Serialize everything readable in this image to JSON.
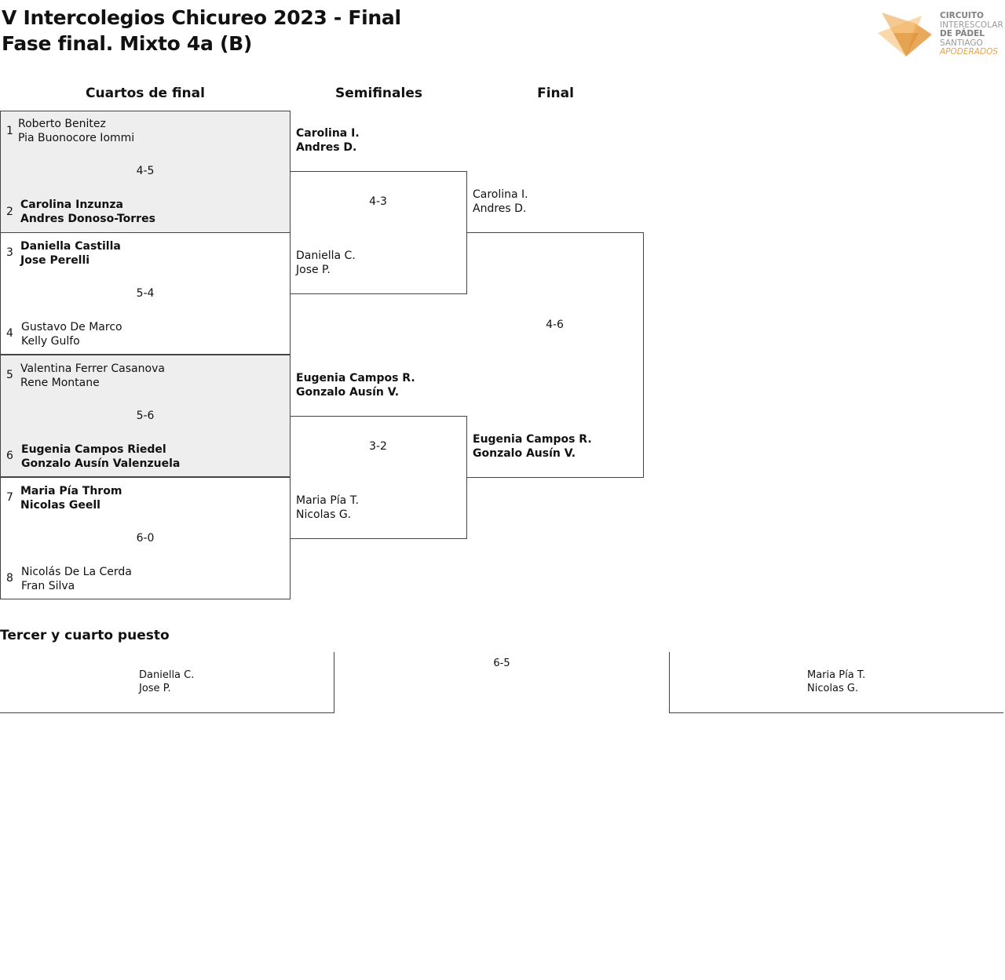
{
  "header": {
    "title_line1": "V Intercolegios Chicureo 2023 - Final",
    "title_line2": "Fase final. Mixto 4a (B)"
  },
  "logo": {
    "line1": "CIRCUITO",
    "line2": "INTERESCOLAR",
    "line3": "DE PÁDEL",
    "line4": "SANTIAGO",
    "line5": "APODERADOS",
    "accent_color": "#e8a148"
  },
  "rounds": {
    "quarterfinals": "Cuartos de final",
    "semifinals": "Semifinales",
    "final": "Final"
  },
  "quarterfinals": [
    {
      "top": {
        "seed": "1",
        "p1": "Roberto Benitez",
        "p2": "Pia Buonocore Iommi",
        "winner": false
      },
      "score": "4-5",
      "bottom": {
        "seed": "2",
        "p1": "Carolina Inzunza",
        "p2": "Andres Donoso-Torres",
        "winner": true
      }
    },
    {
      "top": {
        "seed": "3",
        "p1": "Daniella Castilla",
        "p2": "Jose Perelli",
        "winner": true
      },
      "score": "5-4",
      "bottom": {
        "seed": "4",
        "p1": "Gustavo De Marco",
        "p2": "Kelly Gulfo",
        "winner": false
      }
    },
    {
      "top": {
        "seed": "5",
        "p1": "Valentina Ferrer Casanova",
        "p2": "Rene Montane",
        "winner": false
      },
      "score": "5-6",
      "bottom": {
        "seed": "6",
        "p1": "Eugenia Campos Riedel",
        "p2": "Gonzalo Ausín Valenzuela",
        "winner": true
      }
    },
    {
      "top": {
        "seed": "7",
        "p1": "Maria Pía Throm",
        "p2": "Nicolas Geell",
        "winner": true
      },
      "score": "6-0",
      "bottom": {
        "seed": "8",
        "p1": "Nicolás De La Cerda",
        "p2": "Fran Silva",
        "winner": false
      }
    }
  ],
  "semifinals": [
    {
      "top": {
        "p1": "Carolina I.",
        "p2": "Andres D.",
        "winner": true
      },
      "score": "4-3",
      "bottom": {
        "p1": "Daniella C.",
        "p2": "Jose P.",
        "winner": false
      }
    },
    {
      "top": {
        "p1": "Eugenia Campos R.",
        "p2": "Gonzalo Ausín V.",
        "winner": true
      },
      "score": "3-2",
      "bottom": {
        "p1": "Maria Pía T.",
        "p2": "Nicolas G.",
        "winner": false
      }
    }
  ],
  "final": {
    "top": {
      "p1": "Carolina I.",
      "p2": "Andres D.",
      "winner": false
    },
    "score": "4-6",
    "bottom": {
      "p1": "Eugenia Campos R.",
      "p2": "Gonzalo Ausín V.",
      "winner": true
    }
  },
  "third_place": {
    "title": "Tercer y cuarto puesto",
    "left": {
      "p1": "Daniella C.",
      "p2": "Jose P."
    },
    "score": "6-5",
    "right": {
      "p1": "Maria Pía T.",
      "p2": "Nicolas G."
    }
  }
}
